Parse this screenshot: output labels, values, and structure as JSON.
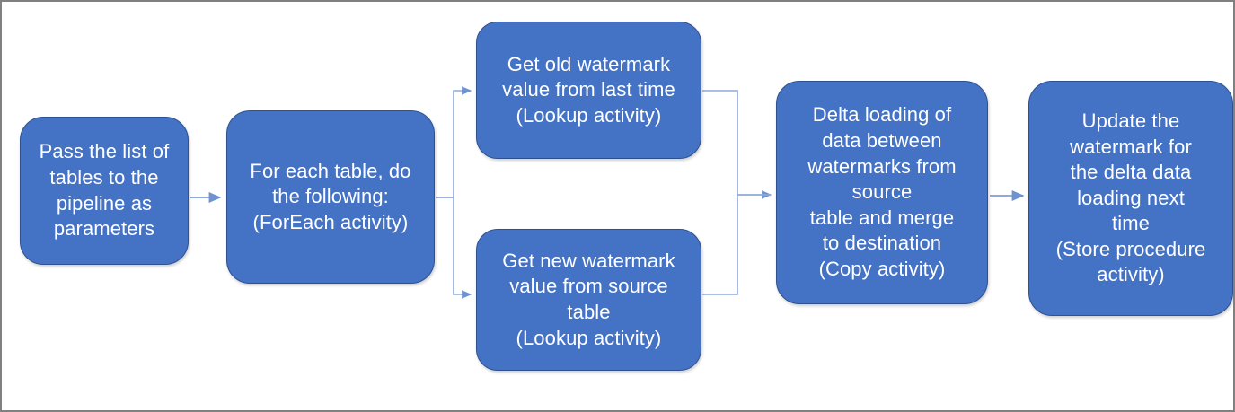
{
  "diagram": {
    "title": "Azure Data Factory delta loading pipeline with watermark",
    "type": "flowchart",
    "orientation": "left-to-right",
    "colors": {
      "node_fill": "#4472C4",
      "node_border": "#2F528F",
      "node_text": "#FFFFFF",
      "connector": "#8FAADC",
      "canvas_background": "#FFFFFF",
      "image_border": "#808080"
    },
    "nodes": [
      {
        "id": "pass-tables",
        "label": "Pass the list of\ntables to the\npipeline as\nparameters",
        "activity": ""
      },
      {
        "id": "for-each",
        "label": "For each table, do\nthe following:\n(ForEach activity)",
        "activity": "ForEach activity"
      },
      {
        "id": "old-watermark",
        "label": "Get old watermark\nvalue from last time\n(Lookup activity)",
        "activity": "Lookup activity"
      },
      {
        "id": "new-watermark",
        "label": "Get new watermark\nvalue from source\ntable\n(Lookup activity)",
        "activity": "Lookup activity"
      },
      {
        "id": "delta-loading",
        "label": "Delta loading of\ndata between\nwatermarks from\nsource\ntable and merge\nto destination\n(Copy activity)",
        "activity": "Copy activity"
      },
      {
        "id": "update-watermark",
        "label": "Update the\nwatermark for\nthe delta data\nloading next\ntime\n(Store procedure\nactivity)",
        "activity": "Store procedure activity"
      }
    ],
    "connectors": [
      {
        "id": "pass-to-foreach",
        "from": "pass-tables",
        "to": "for-each",
        "style": "straight-arrow"
      },
      {
        "id": "foreach-to-old",
        "from": "for-each",
        "to": "old-watermark",
        "style": "elbow-arrow-up"
      },
      {
        "id": "foreach-to-new",
        "from": "for-each",
        "to": "new-watermark",
        "style": "elbow-arrow-down"
      },
      {
        "id": "old-to-delta",
        "from": "old-watermark",
        "to": "delta-loading",
        "style": "elbow-merge"
      },
      {
        "id": "new-to-delta",
        "from": "new-watermark",
        "to": "delta-loading",
        "style": "elbow-merge"
      },
      {
        "id": "delta-to-update",
        "from": "delta-loading",
        "to": "update-watermark",
        "style": "straight-arrow"
      }
    ]
  }
}
